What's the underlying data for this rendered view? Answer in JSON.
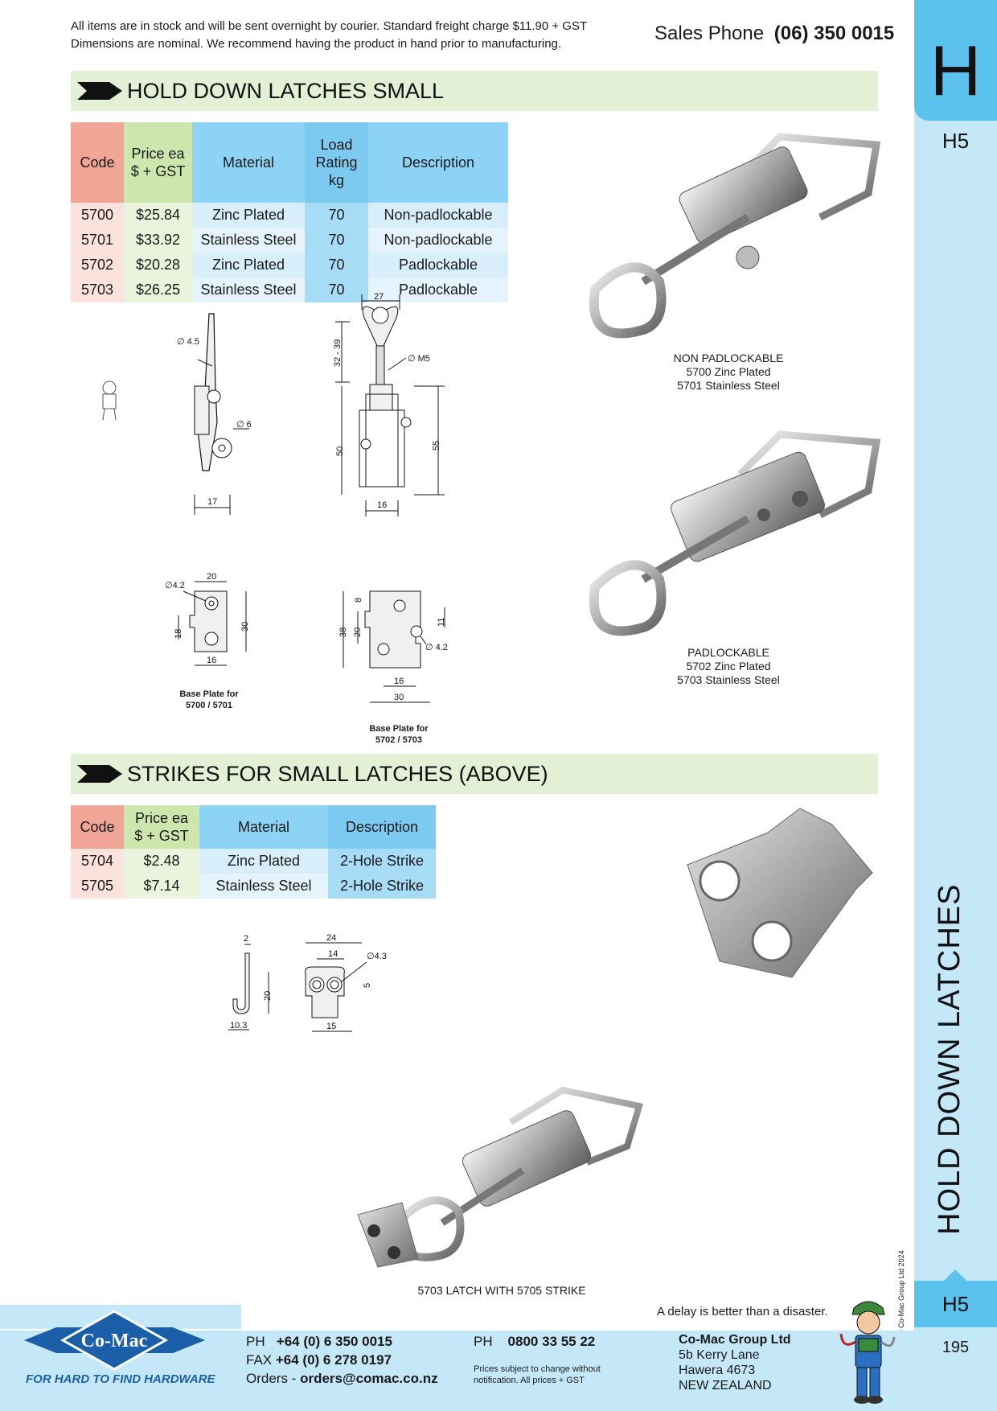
{
  "header": {
    "notice_line1": "All items are in stock and will be sent overnight by courier. Standard freight charge $11.90 + GST",
    "notice_line2": "Dimensions are nominal. We recommend having the product in hand prior to manufacturing.",
    "sales_label": "Sales Phone",
    "sales_phone": "(06) 350 0015"
  },
  "side_tab": {
    "letter": "H",
    "code": "H5",
    "vertical_title": "HOLD DOWN LATCHES",
    "bottom_code": "H5",
    "page_number": "195",
    "copyright": "© Co-Mac Group Ltd 2024"
  },
  "section1": {
    "title": "HOLD DOWN LATCHES SMALL",
    "headers": {
      "code": "Code",
      "price_l1": "Price ea",
      "price_l2": "$ + GST",
      "material": "Material",
      "load_l1": "Load",
      "load_l2": "Rating",
      "load_l3": "kg",
      "description": "Description"
    },
    "rows": [
      {
        "code": "5700",
        "price": "$25.84",
        "material": "Zinc Plated",
        "load": "70",
        "description": "Non-padlockable"
      },
      {
        "code": "5701",
        "price": "$33.92",
        "material": "Stainless Steel",
        "load": "70",
        "description": "Non-padlockable"
      },
      {
        "code": "5702",
        "price": "$20.28",
        "material": "Zinc Plated",
        "load": "70",
        "description": "Padlockable"
      },
      {
        "code": "5703",
        "price": "$26.25",
        "material": "Stainless Steel",
        "load": "70",
        "description": "Padlockable"
      }
    ],
    "caption_nonpad": {
      "l1": "NON PADLOCKABLE",
      "l2": "5700 Zinc Plated",
      "l3": "5701 Stainless Steel"
    },
    "caption_pad": {
      "l1": "PADLOCKABLE",
      "l2": "5702 Zinc Plated",
      "l3": "5703 Stainless Steel"
    },
    "base1": {
      "l1": "Base Plate for",
      "l2": "5700 / 5701"
    },
    "base2": {
      "l1": "Base Plate for",
      "l2": "5702 / 5703"
    },
    "dims": {
      "d45": "∅ 4.5",
      "d6": "∅ 6",
      "d17": "17",
      "d27": "27",
      "d3239": "32 - 39",
      "dm5": "∅ M5",
      "d50": "50",
      "d55": "55",
      "d16": "16",
      "bp_d42": "∅4.2",
      "bp_20": "20",
      "bp_18": "18",
      "bp_30": "30",
      "bp_16": "16",
      "bp2_8": "8",
      "bp2_38": "38",
      "bp2_20": "20",
      "bp2_11": "11",
      "bp2_d42": "∅ 4.2",
      "bp2_16": "16",
      "bp2_30": "30"
    }
  },
  "section2": {
    "title": "STRIKES FOR SMALL LATCHES (ABOVE)",
    "headers": {
      "code": "Code",
      "price_l1": "Price ea",
      "price_l2": "$ + GST",
      "material": "Material",
      "description": "Description"
    },
    "rows": [
      {
        "code": "5704",
        "price": "$2.48",
        "material": "Zinc Plated",
        "description": "2-Hole Strike"
      },
      {
        "code": "5705",
        "price": "$7.14",
        "material": "Stainless Steel",
        "description": "2-Hole Strike"
      }
    ],
    "dims": {
      "s2": "2",
      "s20": "20",
      "s103": "10.3",
      "s24": "24",
      "s14": "14",
      "s43": "∅4.3",
      "s5": "5",
      "s15": "15"
    },
    "caption_combo": "5703 LATCH WITH 5705 STRIKE"
  },
  "footer": {
    "delay": "A delay is better than a disaster.",
    "logo_text": "Co-Mac",
    "tagline": "FOR HARD TO FIND HARDWARE",
    "ph_label": "PH",
    "ph": "+64 (0) 6 350 0015",
    "fax_label": "FAX",
    "fax": "+64 (0) 6 278 0197",
    "orders_label": "Orders -",
    "orders": "orders@comac.co.nz",
    "ph2_label": "PH",
    "ph2": "0800 33 55 22",
    "prices_note_l1": "Prices subject to change without",
    "prices_note_l2": "notification. All prices + GST",
    "company": "Co-Mac Group Ltd",
    "addr1": "5b Kerry Lane",
    "addr2": "Hawera 4673",
    "addr3": "NEW ZEALAND"
  },
  "colors": {
    "accent_blue": "#5bc2ee",
    "light_blue": "#c5e8f8",
    "section_green": "#e3f0d6",
    "logo_blue": "#1a5fa8"
  }
}
